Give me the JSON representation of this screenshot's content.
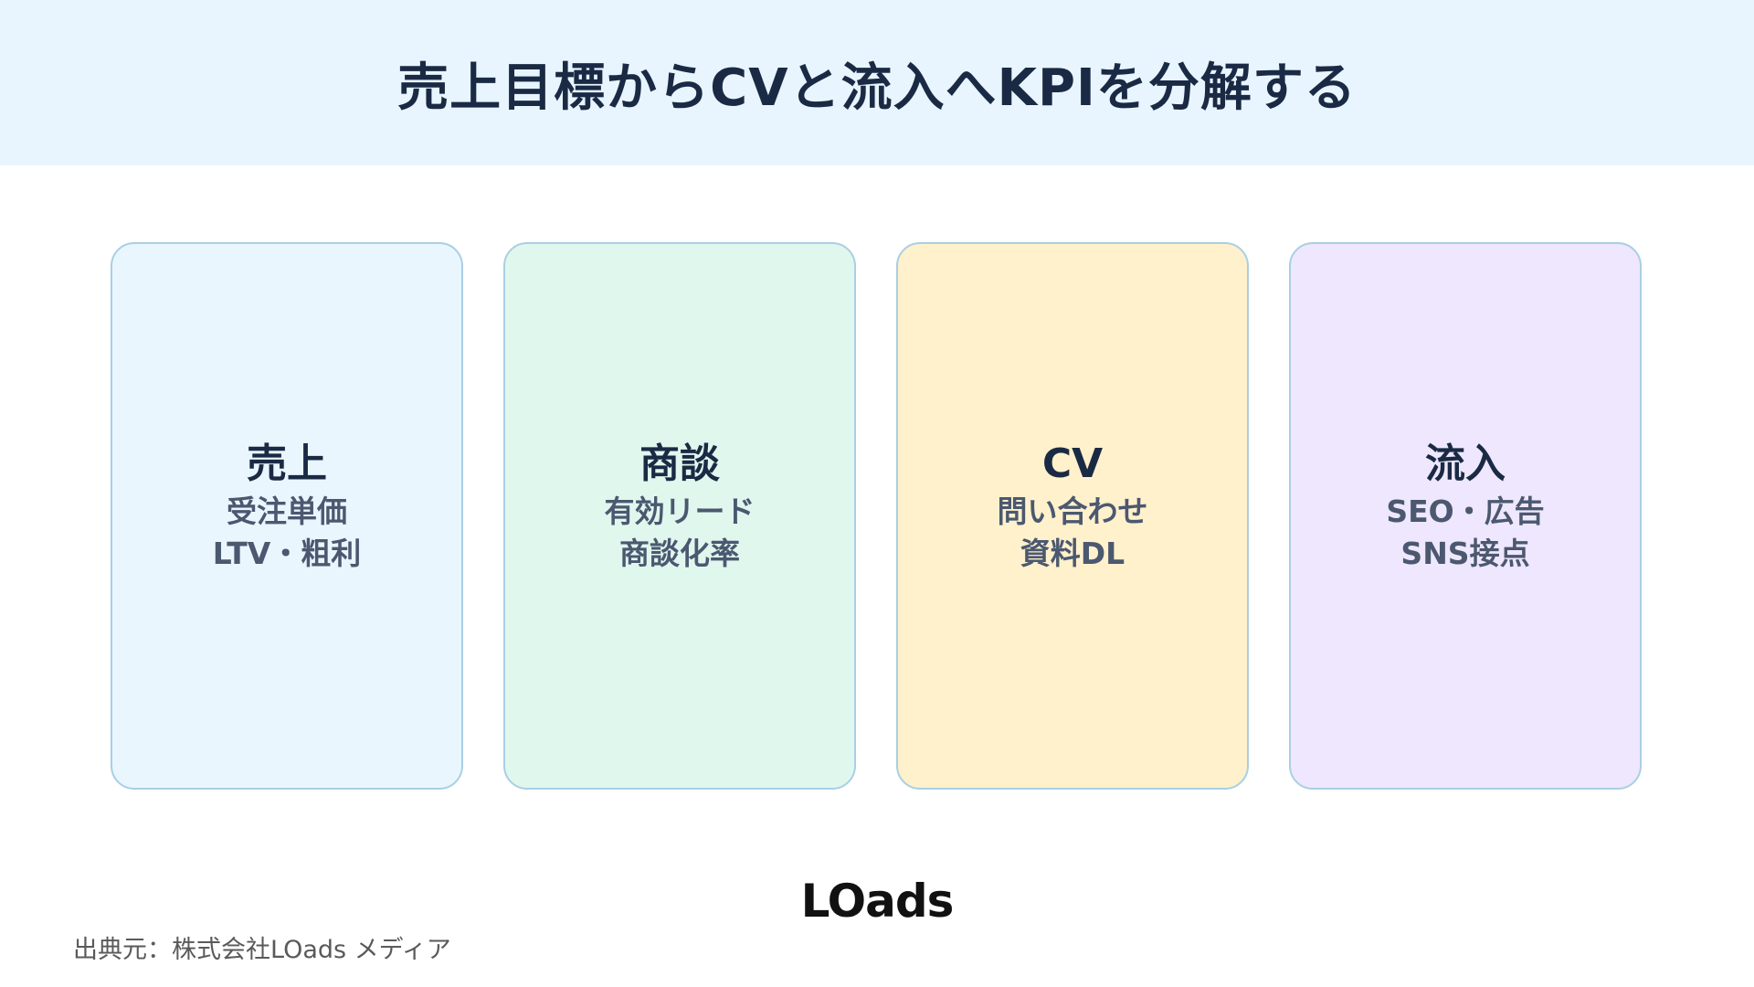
{
  "header": {
    "title": "売上目標からCVと流入へKPIを分解する"
  },
  "cards": [
    {
      "title": "売上",
      "lines": [
        "受注単価",
        "LTV・粗利"
      ],
      "color": "#eaf6fe"
    },
    {
      "title": "商談",
      "lines": [
        "有効リード",
        "商談化率"
      ],
      "color": "#e0f7ee"
    },
    {
      "title": "CV",
      "lines": [
        "問い合わせ",
        "資料DL"
      ],
      "color": "#fff1cc"
    },
    {
      "title": "流入",
      "lines": [
        "SEO・広告",
        "SNS接点"
      ],
      "color": "#eee7fd"
    }
  ],
  "card_border_color": "#a9cfe4",
  "header_bg_color": "#e8f5fe",
  "logo": {
    "text": "LOads"
  },
  "footer": {
    "source": "出典元：株式会社LOads メディア"
  }
}
